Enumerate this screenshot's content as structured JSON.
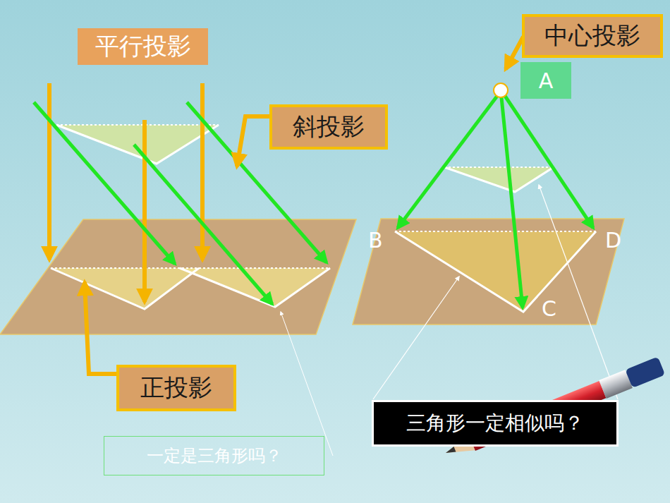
{
  "diagram": {
    "nodes": [
      {
        "text": [
          "平行投影"
        ]
      },
      {
        "text": [
          "中心投影"
        ]
      },
      {
        "text": [
          "A"
        ]
      },
      {
        "text": [
          "斜投影"
        ]
      },
      {
        "text": [
          "正投影"
        ]
      },
      {
        "text": [
          "三角形一定相似吗？"
        ]
      },
      {
        "text": [
          "一定是三角形吗？"
        ]
      }
    ],
    "labels": [
      "B",
      "D",
      "C"
    ]
  }
}
